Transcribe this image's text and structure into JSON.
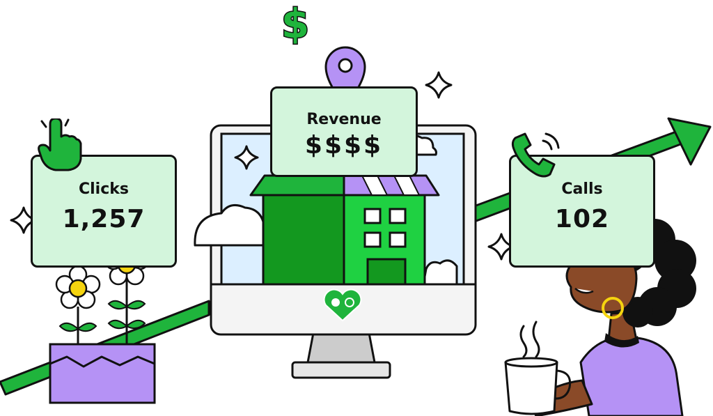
{
  "cards": {
    "clicks": {
      "title": "Clicks",
      "value": "1,257"
    },
    "revenue": {
      "title": "Revenue",
      "value": "$$$$"
    },
    "calls": {
      "title": "Calls",
      "value": "102"
    }
  },
  "icons": {
    "dollar": "$"
  },
  "colors": {
    "green": "#1fb43c",
    "dark_green": "#13981f",
    "mint": "#d3f5dc",
    "purple": "#b592f5",
    "sky": "#dcefff",
    "skin": "#8a4a28",
    "yellow": "#f5d40f",
    "outline": "#111111"
  }
}
